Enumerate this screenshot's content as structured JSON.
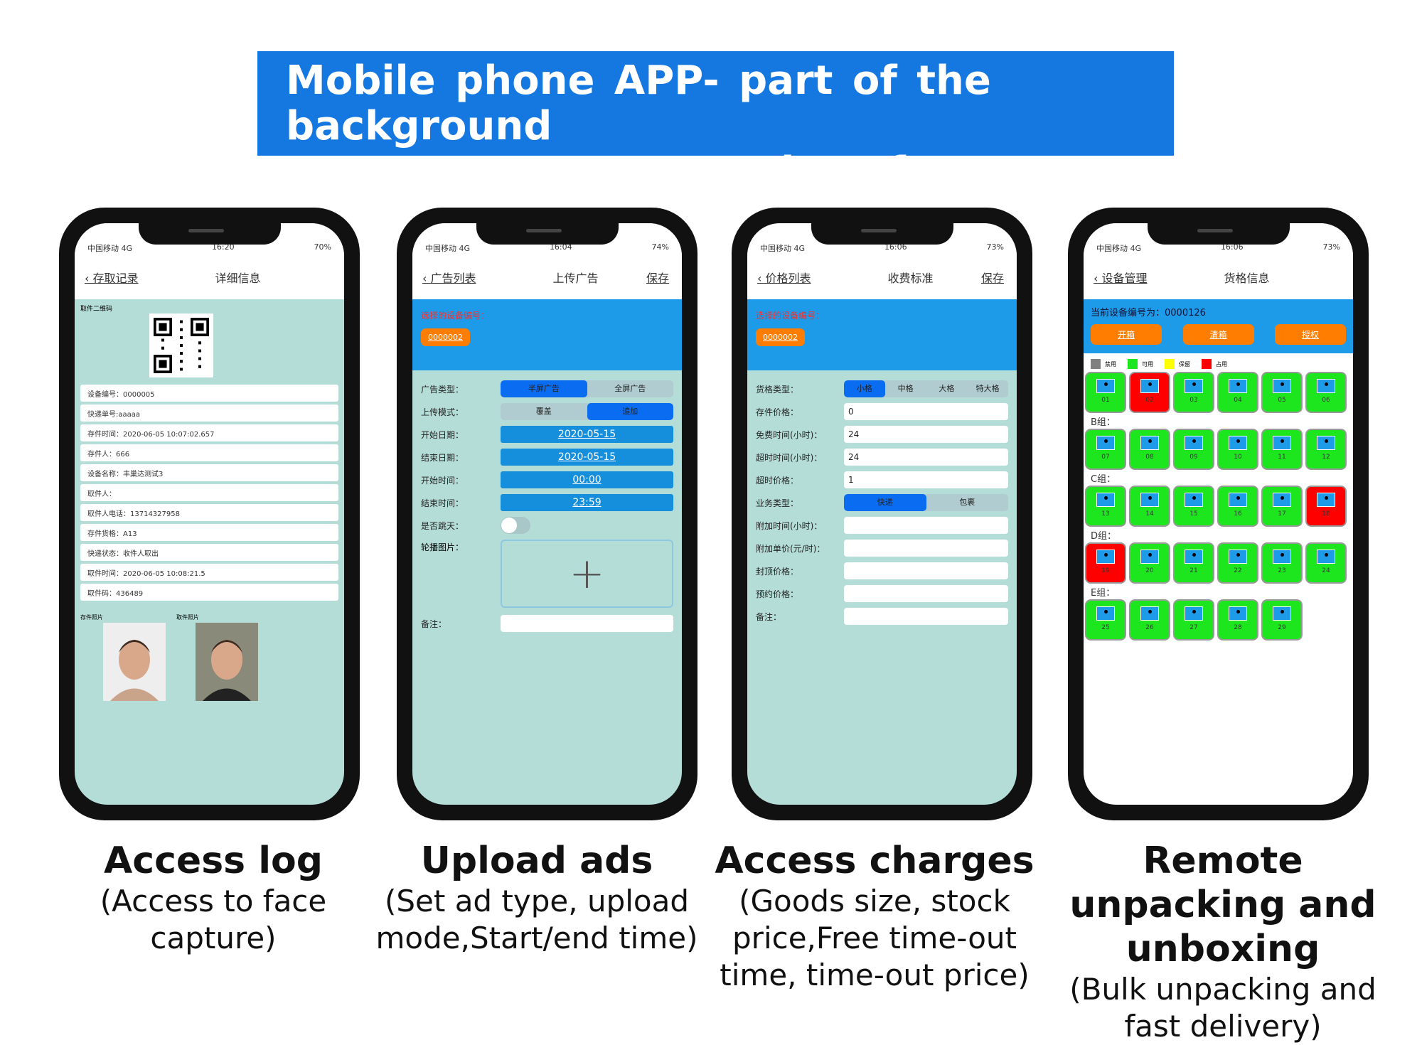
{
  "banner": {
    "line1": "Mobile phone APP- part of the background",
    "line2": "management system interface"
  },
  "phones": [
    {
      "status": {
        "carrier": "中国移动 4G",
        "time": "16:20",
        "battery": "70%"
      },
      "nav": {
        "back": "存取记录",
        "title": "详细信息"
      },
      "qr_label": "取件二维码",
      "rows": [
        "设备编号：0000005",
        "快递单号:aaaaa",
        "存件时间：2020-06-05 10:07:02.657",
        "存件人：666",
        "设备名称：丰巢达测试3",
        "取件人：",
        "取件人电话：13714327958",
        "存件货格：A13",
        "快递状态：收件人取出",
        "取件时间：2020-06-05 10:08:21.5",
        "取件码：436489"
      ],
      "photo_labels": [
        "存件照片",
        "取件照片"
      ]
    },
    {
      "status": {
        "carrier": "中国移动 4G",
        "time": "16:04",
        "battery": "74%"
      },
      "nav": {
        "back": "广告列表",
        "title": "上传广告",
        "save": "保存"
      },
      "device_label": "选择的设备编号：",
      "device_id": "0000002",
      "ad_type": {
        "label": "广告类型：",
        "options": [
          "半屏广告",
          "全屏广告"
        ],
        "selected": 0
      },
      "upload_mode": {
        "label": "上传模式：",
        "options": [
          "覆盖",
          "追加"
        ],
        "selected": 1
      },
      "start_date": {
        "label": "开始日期：",
        "value": "2020-05-15"
      },
      "end_date": {
        "label": "结束日期：",
        "value": "2020-05-15"
      },
      "start_time": {
        "label": "开始时间：",
        "value": "00:00"
      },
      "end_time": {
        "label": "结束时间：",
        "value": "23:59"
      },
      "daily": {
        "label": "是否跳天：",
        "on": false
      },
      "carousel": {
        "label": "轮播图片："
      },
      "remark": {
        "label": "备注："
      }
    },
    {
      "status": {
        "carrier": "中国移动 4G",
        "time": "16:06",
        "battery": "73%"
      },
      "nav": {
        "back": "价格列表",
        "title": "收费标准",
        "save": "保存"
      },
      "device_label": "选择的设备编号：",
      "device_id": "0000002",
      "cell_type": {
        "label": "货格类型：",
        "options": [
          "小格",
          "中格",
          "大格",
          "特大格"
        ],
        "selected": 0
      },
      "fields": [
        {
          "label": "存件价格：",
          "value": "0"
        },
        {
          "label": "免费时间(小时)：",
          "value": "24"
        },
        {
          "label": "超时时间(小时)：",
          "value": "24"
        },
        {
          "label": "超时价格：",
          "value": "1"
        }
      ],
      "biz_type": {
        "label": "业务类型：",
        "options": [
          "快递",
          "包裹"
        ],
        "selected": 0
      },
      "fields2": [
        {
          "label": "附加时间(小时)：",
          "value": ""
        },
        {
          "label": "附加单价(元/时)：",
          "value": ""
        },
        {
          "label": "封顶价格：",
          "value": ""
        },
        {
          "label": "预约价格：",
          "value": ""
        },
        {
          "label": "备注：",
          "value": ""
        }
      ]
    },
    {
      "status": {
        "carrier": "中国移动 4G",
        "time": "16:06",
        "battery": "73%"
      },
      "nav": {
        "back": "设备管理",
        "title": "货格信息"
      },
      "device_text": "当前设备编号为：0000126",
      "buttons": [
        "开箱",
        "清箱",
        "授权"
      ],
      "legend": [
        {
          "label": "禁用",
          "color": "#808080"
        },
        {
          "label": "可用",
          "color": "#1ee61e"
        },
        {
          "label": "保留",
          "color": "#ffff00"
        },
        {
          "label": "占用",
          "color": "#ff0000"
        }
      ],
      "groups": [
        {
          "label": "",
          "cells": [
            "01",
            "02",
            "03",
            "04",
            "05",
            "06"
          ]
        },
        {
          "label": "B组：",
          "cells": [
            "07",
            "08",
            "09",
            "10",
            "11",
            "12"
          ]
        },
        {
          "label": "C组：",
          "cells": [
            "13",
            "14",
            "15",
            "16",
            "17",
            "18"
          ]
        },
        {
          "label": "D组：",
          "cells": [
            "19",
            "20",
            "21",
            "22",
            "23",
            "24"
          ]
        },
        {
          "label": "E组：",
          "cells": [
            "25",
            "26",
            "27",
            "28",
            "29"
          ]
        }
      ],
      "occupied": [
        "02",
        "18",
        "19"
      ]
    }
  ],
  "captions": [
    {
      "title": "Access log",
      "desc": "(Access to face capture)"
    },
    {
      "title": "Upload ads",
      "desc": "(Set ad type, upload mode,Start/end time)"
    },
    {
      "title": "Access charges",
      "desc": "(Goods size, stock price,Free time-out time, time-out price)"
    },
    {
      "title": "Remote unpacking and unboxing",
      "desc": "(Bulk unpacking and fast delivery)"
    }
  ]
}
